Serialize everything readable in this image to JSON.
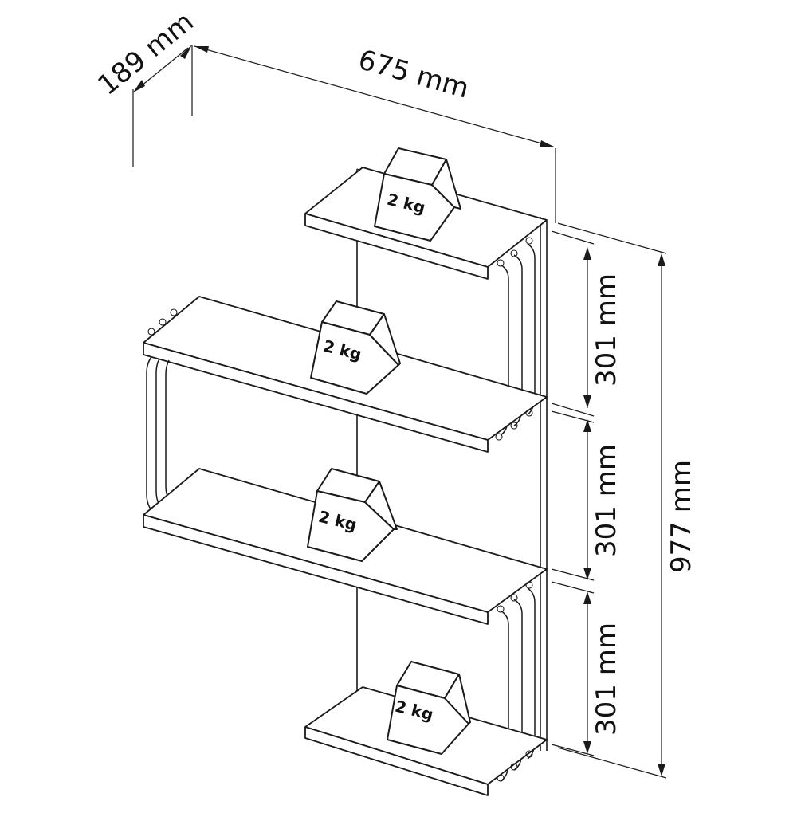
{
  "dimensions": {
    "depth": "189 mm",
    "width": "675 mm",
    "spacing_top": "301 mm",
    "spacing_middle": "301 mm",
    "spacing_bottom": "301 mm",
    "height": "977 mm"
  },
  "weights": [
    {
      "label": "2 kg"
    },
    {
      "label": "2 kg"
    },
    {
      "label": "2 kg"
    },
    {
      "label": "2 kg"
    }
  ],
  "colors": {
    "line": "#1a1a1a",
    "background": "#ffffff"
  }
}
